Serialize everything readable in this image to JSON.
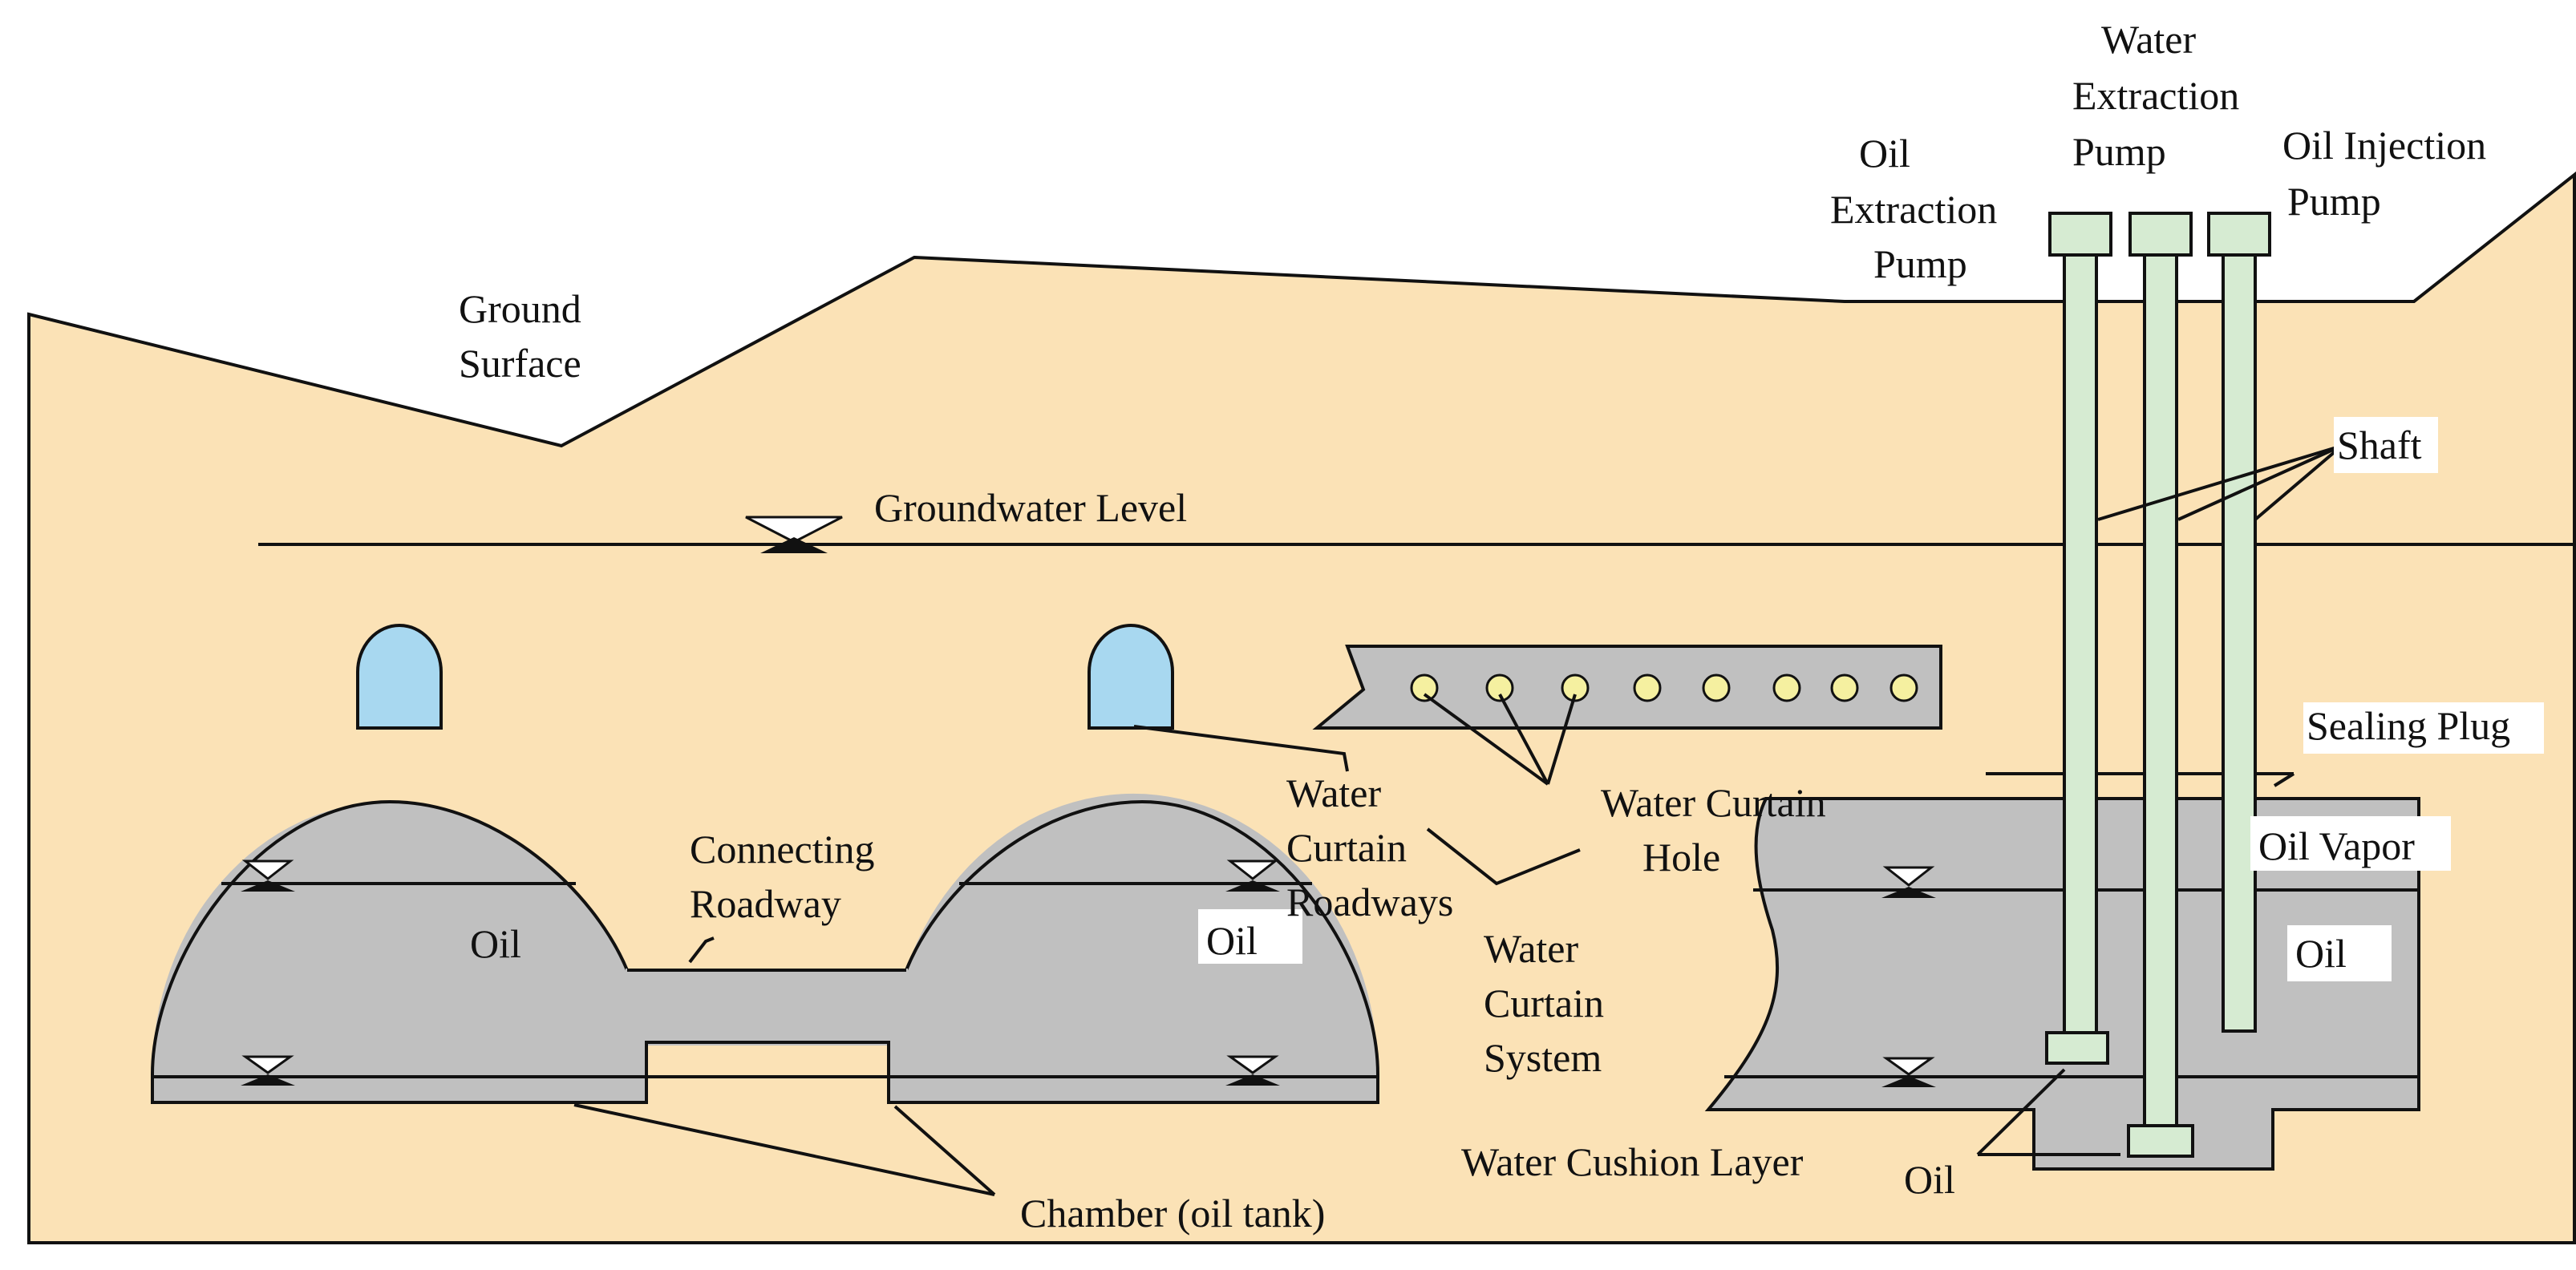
{
  "colors": {
    "ground": "#FBE2B6",
    "rock_outline": "#111111",
    "chamber": "#C0C0C0",
    "roadway_tunnel": "#A8D8F0",
    "hole": "#F5F0A0",
    "shaft": "#D6EBD2",
    "label_background": "#FFFFFF"
  },
  "labels": {
    "ground_surface": [
      "Ground",
      "Surface"
    ],
    "groundwater_level": "Groundwater Level",
    "oil_extraction_pump": [
      "Oil",
      "Extraction",
      "Pump"
    ],
    "water_extraction_pump": [
      "Water",
      "Extraction",
      "Pump"
    ],
    "oil_injection_pump": [
      "Oil Injection",
      "Pump"
    ],
    "shaft": "Shaft",
    "sealing_plug": "Sealing Plug",
    "connecting_roadway": [
      "Connecting",
      "Roadway"
    ],
    "oil_left": "Oil",
    "oil_middle": "Oil",
    "oil_right": "Oil",
    "oil_vapor": "Oil Vapor",
    "water_curtain_roadways": [
      "Water",
      "Curtain",
      "Roadways"
    ],
    "water_curtain_hole": [
      "Water Curtain",
      "Hole"
    ],
    "water_curtain_system": [
      "Water",
      "Curtain",
      "System"
    ],
    "water_cushion_layer": "Water Cushion Layer",
    "oil_bottom": "Oil",
    "chamber": "Chamber (oil tank)"
  },
  "icons": {
    "water_level_marker": "inverted-triangle-water-level-icon"
  }
}
